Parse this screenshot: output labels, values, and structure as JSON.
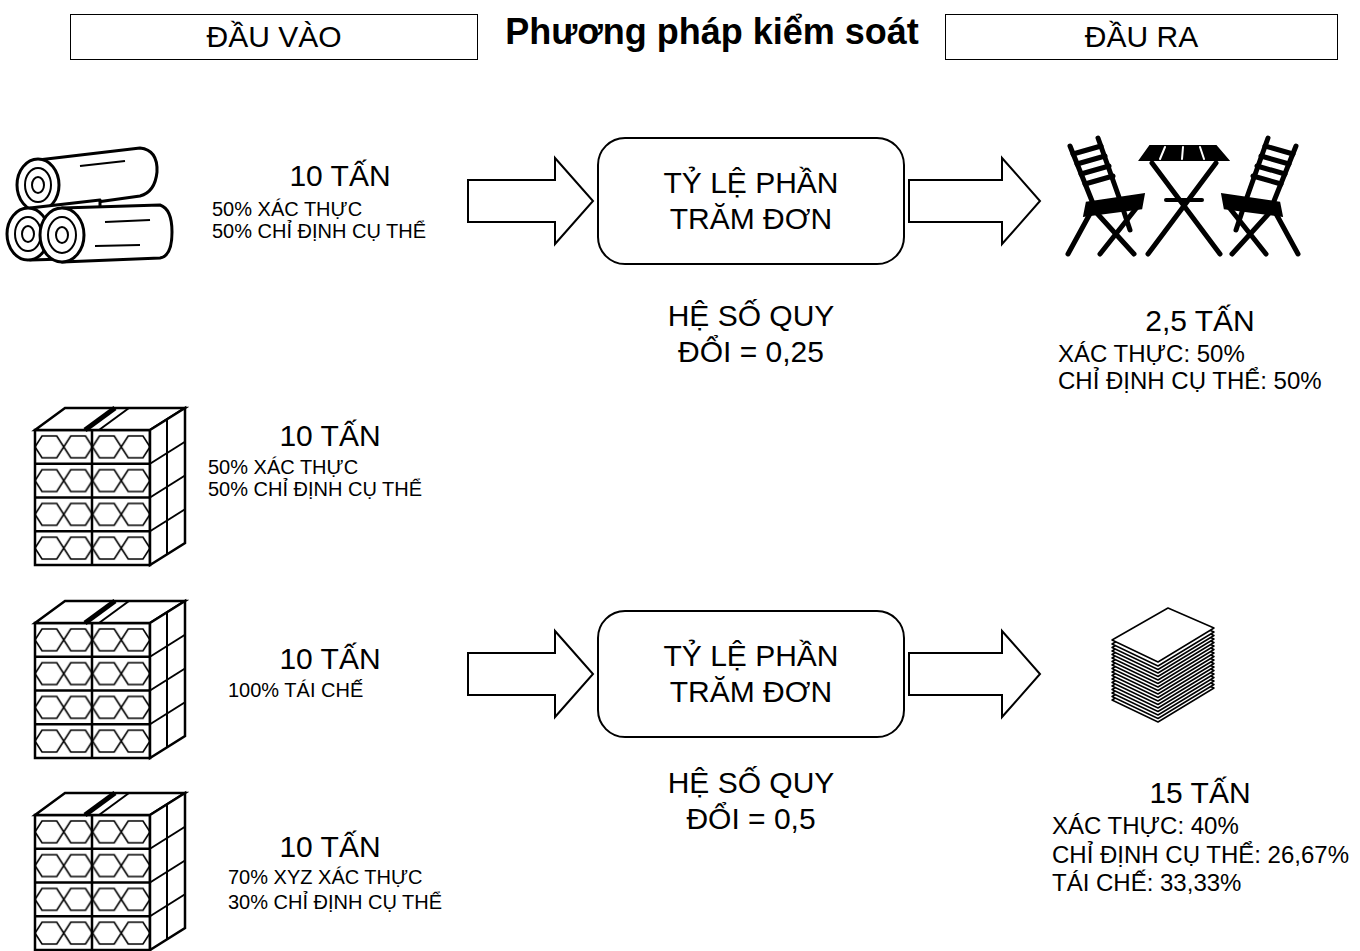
{
  "diagram": {
    "title": "Phương pháp kiểm soát",
    "nodes": [
      {
        "text": [
          "ĐẦU VÀO"
        ]
      },
      {
        "text": [
          "ĐẦU RA"
        ]
      },
      {
        "text": [
          "10 TẤN",
          "50% XÁC THỰC",
          "50% CHỈ ĐỊNH CỤ THỂ"
        ]
      },
      {
        "text": [
          "TỶ LỆ PHẦN TRĂM ĐƠN",
          "HỆ SỐ QUY ĐỔI = 0,25"
        ]
      },
      {
        "text": [
          "2,5 TẤN",
          "XÁC THỰC: 50%",
          "CHỈ ĐỊNH CỤ THỂ: 50%"
        ]
      },
      {
        "text": [
          "10 TẤN",
          "50% XÁC THỰC",
          "50% CHỈ ĐỊNH CỤ THỂ"
        ]
      },
      {
        "text": [
          "10 TẤN",
          "100% TÁI CHẾ"
        ]
      },
      {
        "text": [
          "TỶ LỆ PHẦN TRĂM ĐƠN",
          "HỆ SỐ QUY ĐỔI = 0,5"
        ]
      },
      {
        "text": [
          "15 TẤN",
          "XÁC THỰC: 40%",
          "CHỈ ĐỊNH CỤ THỂ: 26,67%",
          "TÁI CHẾ: 33,33%"
        ]
      },
      {
        "text": [
          "10 TẤN",
          "70% XYZ XÁC THỰC",
          "30% CHỈ ĐỊNH CỤ THỂ"
        ]
      }
    ],
    "edges": [
      {
        "from": 2,
        "to": 3,
        "arrow": "to"
      },
      {
        "from": 3,
        "to": 4,
        "arrow": "to"
      },
      {
        "from": 6,
        "to": 7,
        "arrow": "to"
      },
      {
        "from": 7,
        "to": 8,
        "arrow": "to"
      }
    ]
  }
}
